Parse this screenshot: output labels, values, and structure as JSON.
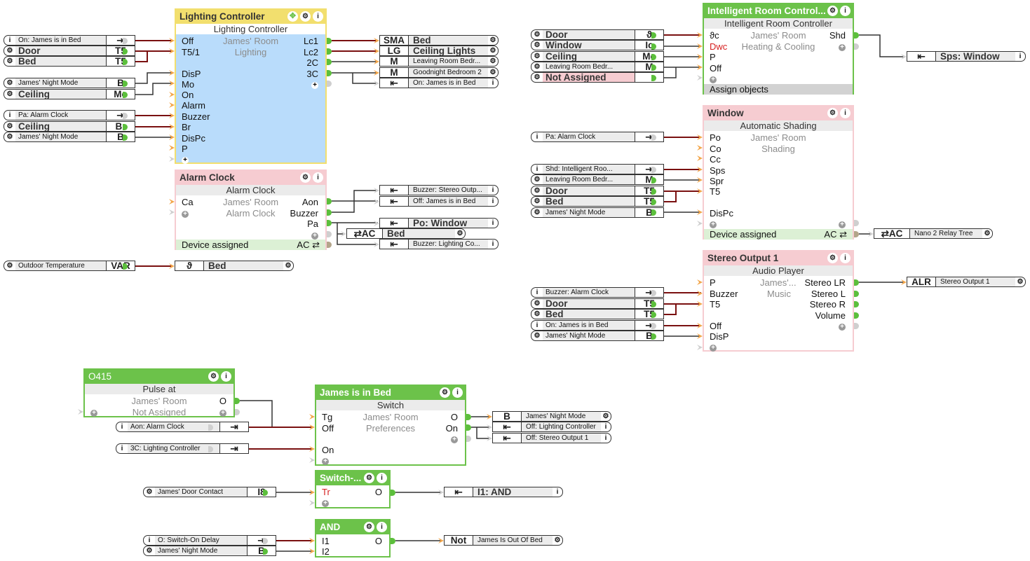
{
  "blocks": {
    "lighting": {
      "title": "Lighting Controller",
      "type": "Lighting Controller",
      "room": "James' Room",
      "category": "Lighting",
      "inputs": [
        "Off",
        "T5/1",
        "",
        "DisP",
        "Mo",
        "On",
        "Alarm",
        "Buzzer",
        "Br",
        "DisPc",
        "P"
      ],
      "outputs": [
        "Lc1",
        "Lc2",
        "2C",
        "3C"
      ]
    },
    "alarm": {
      "title": "Alarm Clock",
      "type": "Alarm Clock",
      "room": "James' Room",
      "category": "Alarm Clock",
      "inputs": [
        "Ca"
      ],
      "outputs": [
        "Aon",
        "Buzzer",
        "Pa"
      ],
      "footer": "Device assigned",
      "footer_right": "AC ⇄"
    },
    "irc": {
      "title": "Intelligent Room Control...",
      "type": "Intelligent Room Controller",
      "room": "James' Room",
      "category": "Heating & Cooling",
      "inputs": [
        "ϑc",
        "Dwc",
        "P",
        "Off"
      ],
      "outputs": [
        "Shd"
      ],
      "footer": "Assign objects"
    },
    "window": {
      "title": "Window",
      "type": "Automatic Shading",
      "room": "James' Room",
      "category": "Shading",
      "inputs": [
        "Po",
        "Co",
        "Cc",
        "Sps",
        "Spr",
        "T5",
        "",
        "DisPc"
      ],
      "footer": "Device assigned",
      "footer_right": "AC ⇄"
    },
    "stereo": {
      "title": "Stereo Output 1",
      "type": "Audio Player",
      "room": "James'...",
      "category": "Music",
      "inputs": [
        "P",
        "Buzzer",
        "T5",
        "",
        "Off",
        "DisP"
      ],
      "outputs": [
        "Stereo LR",
        "Stereo L",
        "Stereo R",
        "Volume"
      ]
    },
    "o415": {
      "title": "O415",
      "type": "Pulse at",
      "room": "James' Room",
      "category": "Not Assigned",
      "outputs": [
        "O"
      ]
    },
    "bed": {
      "title": "James is in Bed",
      "type": "Switch",
      "room": "James' Room",
      "category": "Preferences",
      "inputs": [
        "Tg",
        "Off",
        "",
        "On"
      ],
      "outputs": [
        "O",
        "On"
      ]
    },
    "switchdelay": {
      "title": "Switch-...",
      "inputs": [
        "Tr"
      ],
      "outputs": [
        "O"
      ]
    },
    "and": {
      "title": "AND",
      "inputs": [
        "I1",
        "I2"
      ],
      "outputs": [
        "O"
      ]
    }
  },
  "tags_left": [
    {
      "icon": "i",
      "name": "On: James is in Bed",
      "type": "⇥",
      "big": false
    },
    {
      "icon": "⚙",
      "name": "Door",
      "type": "T5",
      "big": true
    },
    {
      "icon": "⚙",
      "name": "Bed",
      "type": "T5",
      "big": true
    },
    {
      "icon": "⚙",
      "name": "James' Night Mode",
      "type": "B",
      "big": false
    },
    {
      "icon": "⚙",
      "name": "Ceiling",
      "type": "Mo",
      "big": true
    },
    {
      "icon": "i",
      "name": "Pa: Alarm Clock",
      "type": "⇥",
      "big": false
    },
    {
      "icon": "⚙",
      "name": "Ceiling",
      "type": "Br",
      "big": true
    },
    {
      "icon": "⚙",
      "name": "James' Night Mode",
      "type": "B",
      "big": false
    },
    {
      "icon": "⚙",
      "name": "Outdoor Temperature",
      "type": "VAR",
      "big": false
    },
    {
      "icon": "⚙",
      "name": "Door",
      "type": "ϑ",
      "big": true
    },
    {
      "icon": "⚙",
      "name": "Window",
      "type": "Ic",
      "big": true
    },
    {
      "icon": "⚙",
      "name": "Ceiling",
      "type": "Mo",
      "big": true
    },
    {
      "icon": "⚙",
      "name": "Leaving Room Bedr...",
      "type": "M",
      "big": false
    },
    {
      "icon": "⚙",
      "name": "Not Assigned",
      "type": "",
      "big": true,
      "pink": true
    },
    {
      "icon": "i",
      "name": "Pa: Alarm Clock",
      "type": "⇥",
      "big": false
    },
    {
      "icon": "i",
      "name": "Shd: Intelligent Roo...",
      "type": "⇥",
      "big": false
    },
    {
      "icon": "⚙",
      "name": "Leaving Room Bedr...",
      "type": "M",
      "big": false
    },
    {
      "icon": "⚙",
      "name": "Door",
      "type": "T5",
      "big": true
    },
    {
      "icon": "⚙",
      "name": "Bed",
      "type": "T5",
      "big": true
    },
    {
      "icon": "⚙",
      "name": "James' Night Mode",
      "type": "B",
      "big": false
    },
    {
      "icon": "i",
      "name": "Buzzer: Alarm Clock",
      "type": "⇥",
      "big": false
    },
    {
      "icon": "⚙",
      "name": "Door",
      "type": "T5",
      "big": true
    },
    {
      "icon": "⚙",
      "name": "Bed",
      "type": "T5",
      "big": true
    },
    {
      "icon": "i",
      "name": "On: James is in Bed",
      "type": "⇥",
      "big": false
    },
    {
      "icon": "⚙",
      "name": "James' Night Mode",
      "type": "B",
      "big": false
    },
    {
      "icon": "i",
      "name": "Aon: Alarm Clock",
      "type": "⇥",
      "big": false
    },
    {
      "icon": "i",
      "name": "3C: Lighting Controller",
      "type": "⇥",
      "big": false
    },
    {
      "icon": "⚙",
      "name": "James' Door Contact",
      "type": "I8",
      "big": false
    },
    {
      "icon": "i",
      "name": "O: Switch-On Delay",
      "type": "⇥",
      "big": false
    },
    {
      "icon": "⚙",
      "name": "James' Night Mode",
      "type": "B",
      "big": false
    }
  ],
  "tags_right": [
    {
      "type": "SMA",
      "name": "Bed",
      "icon": "⚙",
      "big": true
    },
    {
      "type": "LG",
      "name": "Ceiling Lights",
      "icon": "⚙",
      "big": true
    },
    {
      "type": "M",
      "name": "Leaving Room Bedr...",
      "icon": "⚙",
      "big": false
    },
    {
      "type": "M",
      "name": "Goodnight Bedroom 2",
      "icon": "⚙",
      "big": false
    },
    {
      "type": "⇤",
      "name": "On: James is in Bed",
      "icon": "i",
      "big": false
    },
    {
      "type": "⇤",
      "name": "Buzzer: Stereo Outp...",
      "icon": "i",
      "big": false
    },
    {
      "type": "⇤",
      "name": "Off: James is in Bed",
      "icon": "i",
      "big": false
    },
    {
      "type": "⇤",
      "name": "Po: Window",
      "icon": "i",
      "big": true
    },
    {
      "type": "⇄AC",
      "name": "Bed",
      "icon": "⚙",
      "big": true
    },
    {
      "type": "⇤",
      "name": "Buzzer: Lighting Co...",
      "icon": "i",
      "big": false
    },
    {
      "type": "ϑ",
      "name": "Bed",
      "icon": "⚙",
      "big": true
    },
    {
      "type": "⇤",
      "name": "Sps: Window",
      "icon": "i",
      "big": true
    },
    {
      "type": "⇄AC",
      "name": "Nano 2 Relay Tree",
      "icon": "⚙",
      "big": false
    },
    {
      "type": "ALR",
      "name": "Stereo Output 1",
      "icon": "⚙",
      "big": false
    },
    {
      "type": "B",
      "name": "James' Night Mode",
      "icon": "⚙",
      "big": false
    },
    {
      "type": "⇤",
      "name": "Off: Lighting Controller",
      "icon": "i",
      "big": false
    },
    {
      "type": "⇤",
      "name": "Off: Stereo Output 1",
      "icon": "i",
      "big": false
    },
    {
      "type": "⇤",
      "name": "I1: AND",
      "icon": "i",
      "big": true
    },
    {
      "type": "Not",
      "name": "James Is Out Of Bed",
      "icon": "⚙",
      "big": false
    }
  ],
  "colors": {
    "wire_red": "#7a1010",
    "wire_dark": "#333333",
    "green_header": "#6cc24a",
    "pink_header": "#f6ccd1",
    "yellow_header": "#f2df6e",
    "lighting_body": "#b9dcfb"
  }
}
